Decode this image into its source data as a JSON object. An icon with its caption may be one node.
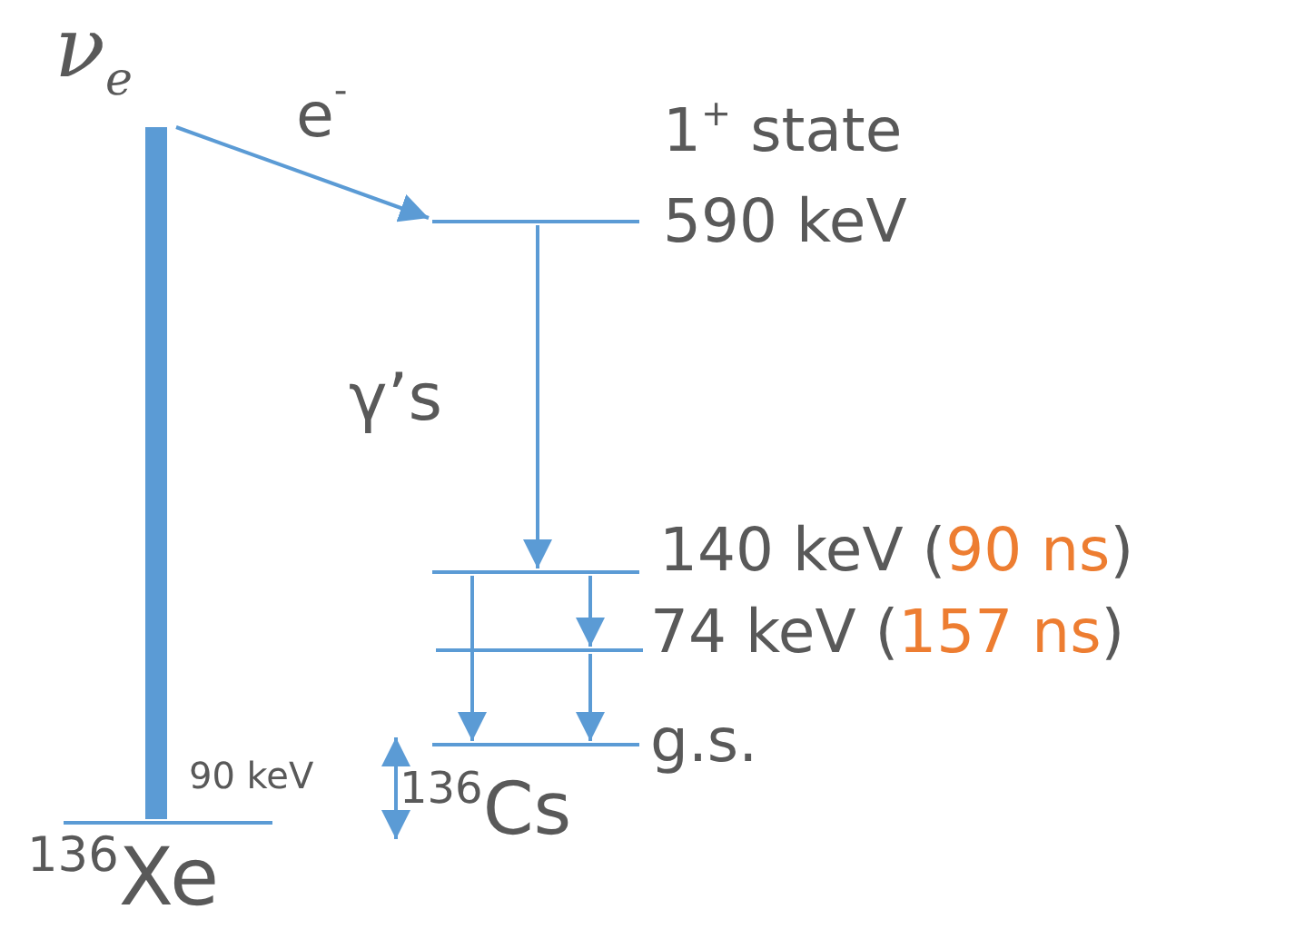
{
  "diagram": {
    "nodes": [
      {
        "text": [
          "$^{136}$Xe"
        ]
      },
      {
        "text": [
          "ν$_{e}$"
        ]
      },
      {
        "text": [
          "1$^{+}$ state",
          "590 keV"
        ]
      },
      {
        "text": [
          "140 keV (*90 ns*)"
        ]
      },
      {
        "text": [
          "74 keV (*157 ns*)"
        ]
      },
      {
        "text": [
          "g.s."
        ],
        "beside": [
          "$^{136}$Cs"
        ]
      }
    ],
    "edges": [
      {
        "from": 0,
        "to": 1,
        "arrow": "none",
        "style": "thick"
      },
      {
        "from": 1,
        "to": 2,
        "arrow": "to",
        "label": "e$^{-}$"
      },
      {
        "from": 2,
        "to": 3,
        "arrow": "to",
        "label": "γ’s"
      },
      {
        "from": 3,
        "to": 4,
        "arrow": "to"
      },
      {
        "from": 3,
        "to": 5,
        "arrow": "to"
      },
      {
        "from": 4,
        "to": 5,
        "arrow": "to"
      }
    ],
    "labels": [
      "90 keV"
    ]
  }
}
